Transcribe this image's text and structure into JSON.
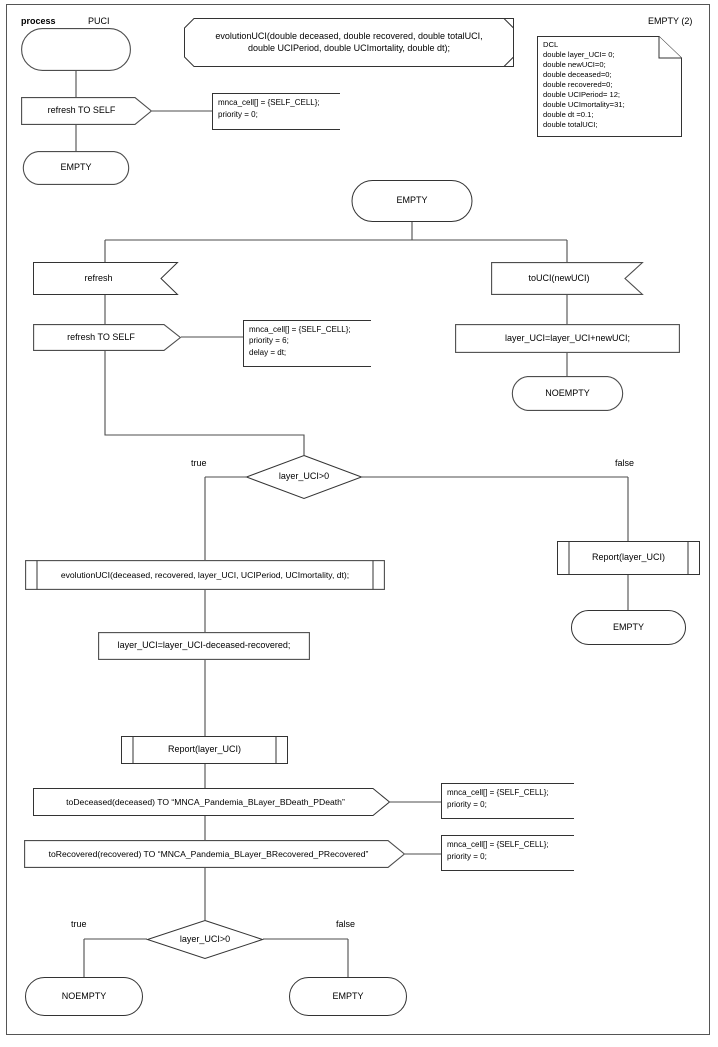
{
  "header": {
    "process_keyword": "process",
    "process_name": "PUCI",
    "page_label": "EMPTY (2)"
  },
  "procedure_decl": {
    "text": "evolutionUCI(double deceased, double recovered, double totalUCI,\ndouble UCIPeriod, double UCImortality, double dt);"
  },
  "dcl_note": {
    "text": "DCL\ndouble layer_UCI= 0;\ndouble newUCI=0;\ndouble deceased=0;\ndouble recovered=0;\ndouble UCIPeriod= 12;\ndouble UCImortality=31;\ndouble dt =0.1;\ndouble totalUCI;"
  },
  "nodes": {
    "start_state": "",
    "output_refresh_self_top": "refresh TO SELF",
    "comment_top": "mnca_cell[] = {SELF_CELL};\npriority = 0;",
    "state_empty_top": "EMPTY",
    "state_empty_main": "EMPTY",
    "input_refresh": "refresh",
    "output_refresh_self_main": "refresh TO SELF",
    "comment_refresh_self": "mnca_cell[] = {SELF_CELL};\npriority = 6;\ndelay = dt;",
    "input_touci": "toUCI(newUCI)",
    "task_add_newuci": "layer_UCI=layer_UCI+newUCI;",
    "state_noempty_right": "NOEMPTY",
    "decision_top": "layer_UCI>0",
    "decision_top_true": "true",
    "decision_top_false": "false",
    "call_evolutionuci": "evolutionUCI(deceased, recovered, layer_UCI, UCIPeriod, UCImortality, dt);",
    "task_subtract": "layer_UCI=layer_UCI-deceased-recovered;",
    "call_report_main": "Report(layer_UCI)",
    "call_report_false": "Report(layer_UCI)",
    "state_empty_false": "EMPTY",
    "output_todeceased": "toDeceased(deceased) TO “MNCA_Pandemia_BLayer_BDeath_PDeath”",
    "comment_todeceased": "mnca_cell[] = {SELF_CELL};\npriority = 0;",
    "output_torecovered": "toRecovered(recovered) TO “MNCA_Pandemia_BLayer_BRecovered_PRecovered”",
    "comment_torecovered": "mnca_cell[] = {SELF_CELL};\npriority = 0;",
    "decision_bottom": "layer_UCI>0",
    "decision_bottom_true": "true",
    "decision_bottom_false": "false",
    "state_noempty_bottom": "NOEMPTY",
    "state_empty_bottom": "EMPTY"
  },
  "colors": {
    "stroke": "#4d4d4d",
    "text": "#000000",
    "background": "#ffffff",
    "border": "#555555"
  }
}
